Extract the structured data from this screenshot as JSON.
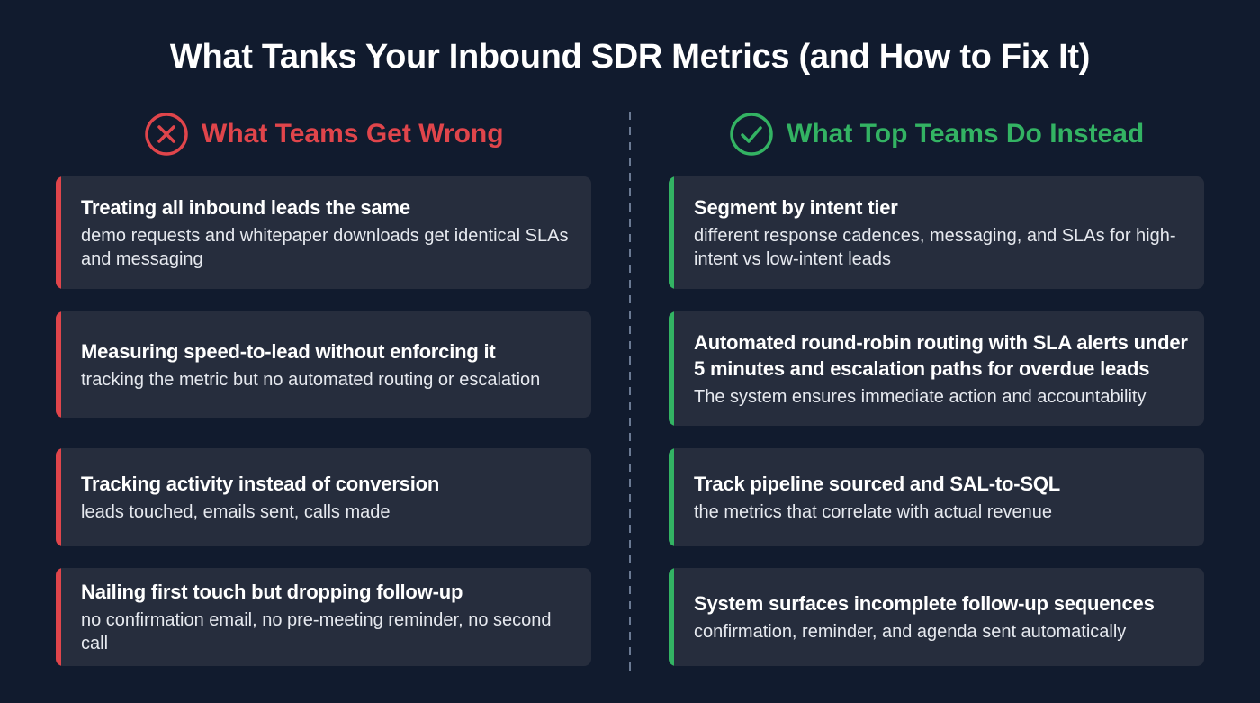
{
  "title": "What Tanks Your Inbound SDR Metrics (and How to Fix It)",
  "colors": {
    "background": "#111b2e",
    "card": "#262d3d",
    "wrong_accent": "#e0454b",
    "right_accent": "#33b363",
    "divider": "#6b7a93"
  },
  "left_column": {
    "icon": "x-circle-icon",
    "heading": "What Teams Get Wrong",
    "items": [
      {
        "title": "Treating all inbound leads the same",
        "detail": "demo requests and whitepaper downloads get identical SLAs and messaging"
      },
      {
        "title": "Measuring speed-to-lead without enforcing it",
        "detail": "tracking the metric but no automated routing or escalation"
      },
      {
        "title": "Tracking activity instead of conversion",
        "detail": "leads touched, emails sent, calls made"
      },
      {
        "title": "Nailing first touch but dropping follow-up",
        "detail": "no confirmation email, no pre-meeting reminder, no second call"
      }
    ]
  },
  "right_column": {
    "icon": "check-circle-icon",
    "heading": "What Top Teams Do Instead",
    "items": [
      {
        "title": "Segment by intent tier",
        "detail": "different response cadences, messaging, and SLAs for high-intent vs low-intent leads"
      },
      {
        "title": "Automated round-robin routing with SLA alerts under 5 minutes and escalation paths for overdue leads",
        "detail": "The system ensures immediate action and accountability"
      },
      {
        "title": "Track pipeline sourced and SAL-to-SQL",
        "detail": "the metrics that correlate with actual revenue"
      },
      {
        "title": "System surfaces incomplete follow-up sequences",
        "detail": "confirmation, reminder, and agenda sent automatically"
      }
    ]
  }
}
